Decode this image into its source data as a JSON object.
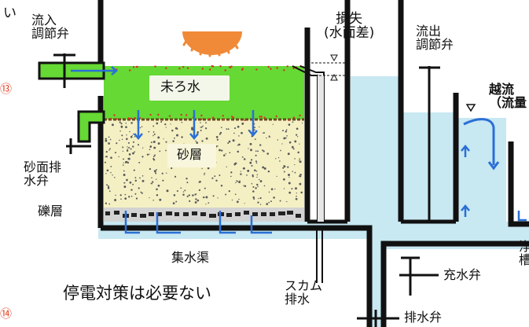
{
  "labels": {
    "corner_hiragana": "い",
    "inflow_valve": "流入\n調節弁",
    "loss": "損失\n(水面差)",
    "outflow_valve": "流出\n調節弁",
    "overflow": "越流\n（流量",
    "marker_13": "⑬",
    "marker_14": "⑭",
    "raw_water": "未ろ水",
    "surface_drain_valve": "砂面排\n水弁",
    "sand_layer": "砂層",
    "gravel_layer": "礫層",
    "collector_channel": "集水渠",
    "no_power_outage_measures": "停電対策は必要ない",
    "scum_drain": "スカム\n排水",
    "fill_valve": "充水弁",
    "drain_valve": "排水弁",
    "clean_water_tank": "浄\n槽"
  },
  "colors": {
    "raw_water_green": "#66d934",
    "sand": "#f4f0c4",
    "gravel": "#cfcfcf",
    "water_blue": "#c8e8f2",
    "wall_black": "#111111",
    "arrow_blue": "#2b6fd6",
    "marker_red": "#e0472a",
    "sun_orange": "#f08a38"
  }
}
